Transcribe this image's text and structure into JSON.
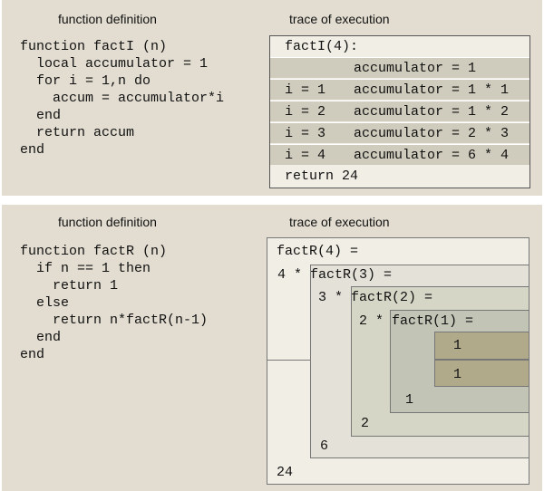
{
  "iterative": {
    "heading_def": "function definition",
    "heading_trace": "trace of execution",
    "code": [
      "function factI (n)",
      "  local accumulator = 1",
      "  for i = 1,n do",
      "    accum = accumulator*i",
      "  end",
      "  return accum",
      "end"
    ],
    "trace": {
      "call": "factI(4):",
      "init": "accumulator = 1",
      "rows": [
        {
          "i": "i = 1",
          "acc": "accumulator = 1 * 1"
        },
        {
          "i": "i = 2",
          "acc": "accumulator = 1 * 2"
        },
        {
          "i": "i = 3",
          "acc": "accumulator = 2 * 3"
        },
        {
          "i": "i = 4",
          "acc": "accumulator = 6 * 4"
        }
      ],
      "result": "return 24"
    }
  },
  "recursive": {
    "heading_def": "function definition",
    "heading_trace": "trace of execution",
    "code": [
      "function factR (n)",
      "  if n == 1 then",
      "    return 1",
      "  else",
      "    return n*factR(n-1)",
      "  end",
      "end"
    ],
    "trace": {
      "call4": "factR(4) =",
      "call3": "4 * factR(3) =",
      "call2": "3 * factR(2) =",
      "call1": "2 * factR(1) =",
      "base1": "1",
      "base2": "1",
      "ret1": "1",
      "ret2": "2",
      "ret3": "6",
      "ret4": "24"
    }
  },
  "colors": {
    "panel": "#e2ddd0",
    "level0": "#f1efe5",
    "level1": "#e4e1d8",
    "level2": "#d5d6c6",
    "level3": "#c2c4b6",
    "level4": "#b0a98a"
  }
}
